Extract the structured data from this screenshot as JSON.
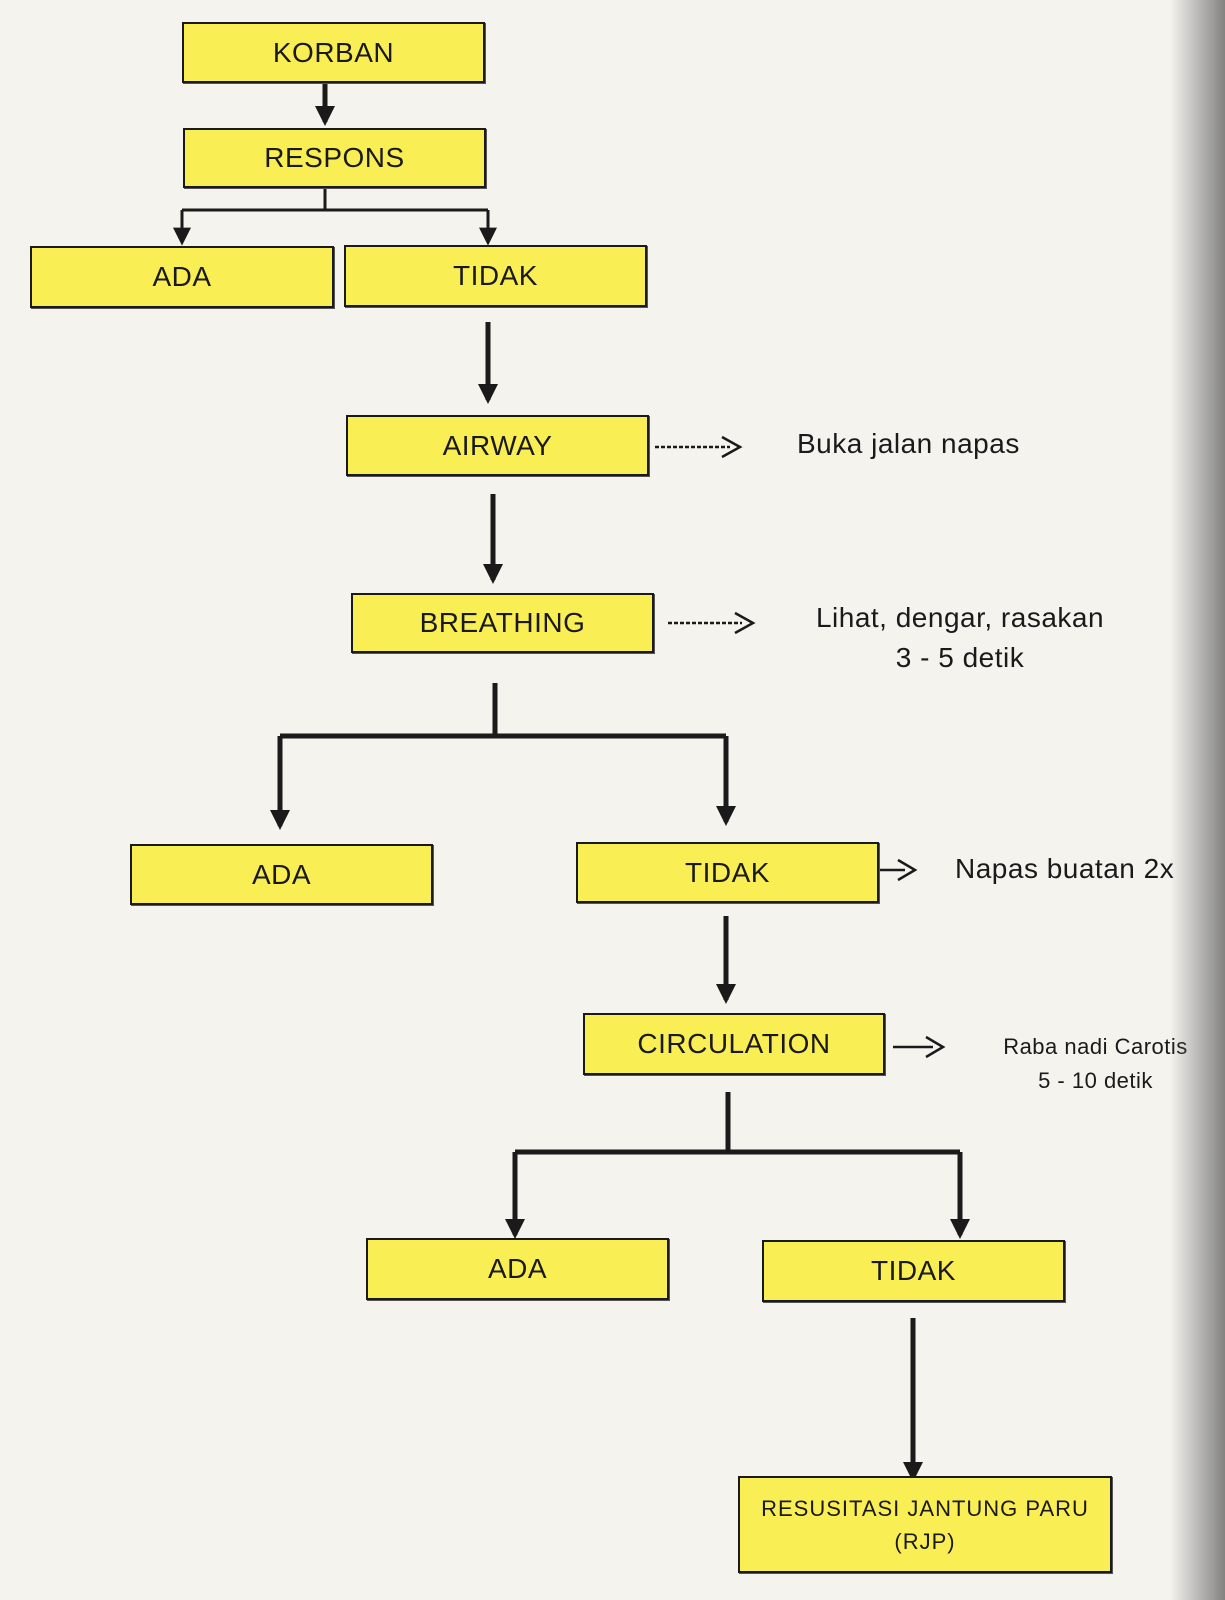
{
  "nodes": {
    "korban": "KORBAN",
    "respons": "RESPONS",
    "ada_1": "ADA",
    "tidak_1": "TIDAK",
    "airway": "AIRWAY",
    "breathing": "BREATHING",
    "ada_2": "ADA",
    "tidak_2": "TIDAK",
    "circulation": "CIRCULATION",
    "ada_3": "ADA",
    "tidak_3": "TIDAK",
    "rjp_line1": "RESUSITASI JANTUNG PARU",
    "rjp_line2": "(RJP)"
  },
  "notes": {
    "airway": "Buka jalan napas",
    "breathing_line1": "Lihat, dengar, rasakan",
    "breathing_line2": "3 - 5 detik",
    "tidak": "Napas buatan 2x",
    "circulation_line1": "Raba nadi Carotis",
    "circulation_line2": "5 - 10 detik"
  },
  "colors": {
    "box_fill": "#faee55",
    "line": "#1a1a1a"
  }
}
